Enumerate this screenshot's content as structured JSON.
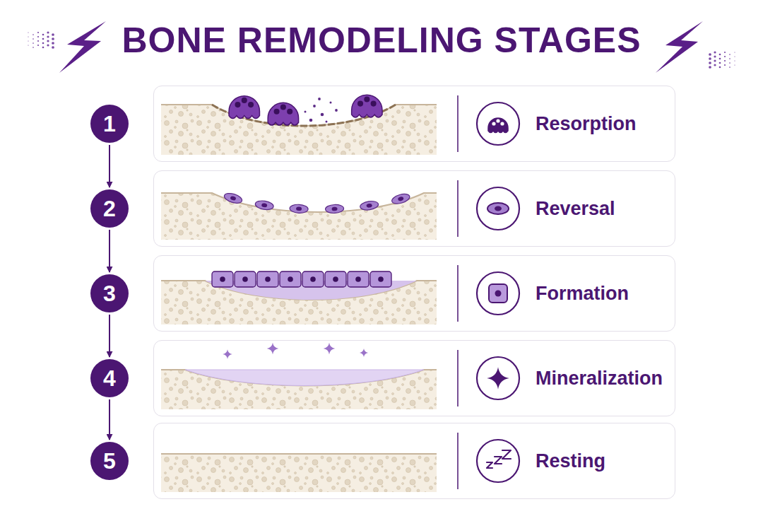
{
  "diagram": {
    "title": "BONE REMODELING STAGES",
    "nodes": [
      {
        "text": [
          "1"
        ]
      },
      {
        "text": [
          "Resorption"
        ]
      },
      {
        "text": [
          "2"
        ]
      },
      {
        "text": [
          "Reversal"
        ]
      },
      {
        "text": [
          "3"
        ]
      },
      {
        "text": [
          "Formation"
        ]
      },
      {
        "text": [
          "4"
        ]
      },
      {
        "text": [
          "Mineralization"
        ]
      },
      {
        "text": [
          "5"
        ]
      },
      {
        "text": [
          "Resting"
        ]
      }
    ],
    "edges": [
      {
        "from": 0,
        "to": 2,
        "arrow": "to"
      },
      {
        "from": 2,
        "to": 4,
        "arrow": "to"
      },
      {
        "from": 4,
        "to": 6,
        "arrow": "to"
      },
      {
        "from": 6,
        "to": 8,
        "arrow": "to"
      }
    ]
  }
}
